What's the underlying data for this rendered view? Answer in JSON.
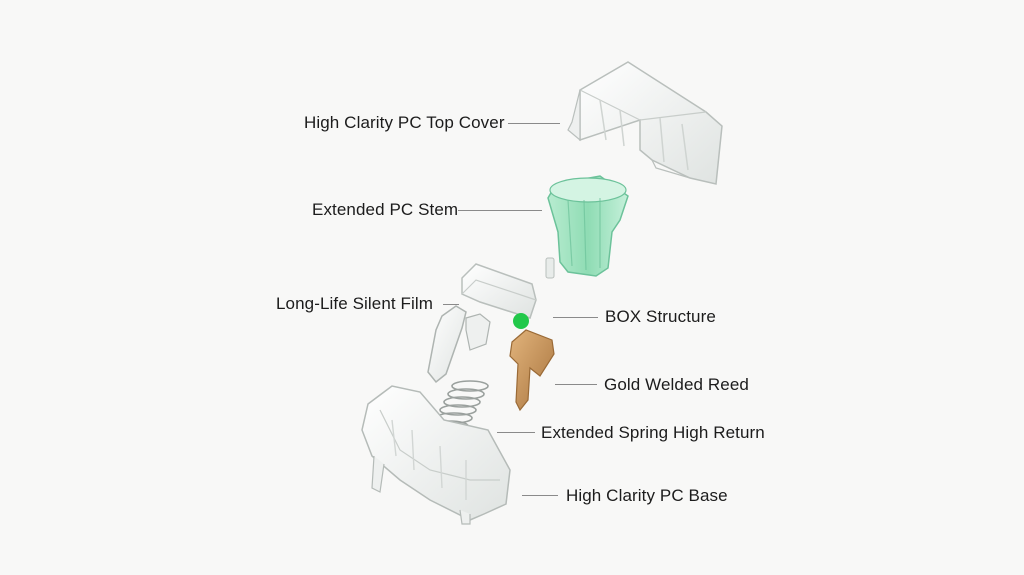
{
  "labels": {
    "top_cover": "High Clarity PC Top Cover",
    "stem": "Extended PC Stem",
    "silent_film": "Long-Life Silent Film",
    "box_structure": "BOX Structure",
    "gold_reed": "Gold Welded Reed",
    "spring": "Extended Spring High Return",
    "base": "High Clarity PC Base"
  },
  "colors": {
    "background": "#f8f8f7",
    "clear_pc": "#e8ecea",
    "stem_green": "#8fdcb4",
    "box_green": "#22c84a",
    "gold": "#c9955a"
  }
}
